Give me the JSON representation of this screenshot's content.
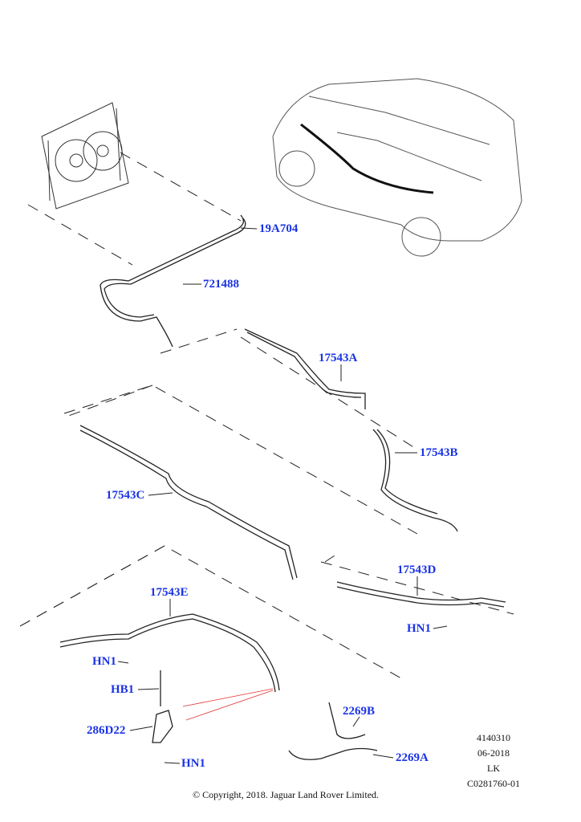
{
  "callouts": {
    "c19A704": "19A704",
    "c721488": "721488",
    "c17543A": "17543A",
    "c17543B": "17543B",
    "c17543C": "17543C",
    "c17543D": "17543D",
    "c17543E": "17543E",
    "hn1_right": "HN1",
    "hn1_left": "HN1",
    "hb1": "HB1",
    "c286D22": "286D22",
    "c2269B": "2269B",
    "c2269A": "2269A",
    "hn1_bottom": "HN1"
  },
  "info": {
    "illustration_number": "4140310",
    "date": "06-2018",
    "code": "LK",
    "reference": "C0281760-01"
  },
  "copyright": "© Copyright, 2018. Jaguar Land Rover Limited.",
  "colors": {
    "callout": "#1a33e6",
    "leader": "#000000",
    "highlight_leader": "#e03030"
  }
}
